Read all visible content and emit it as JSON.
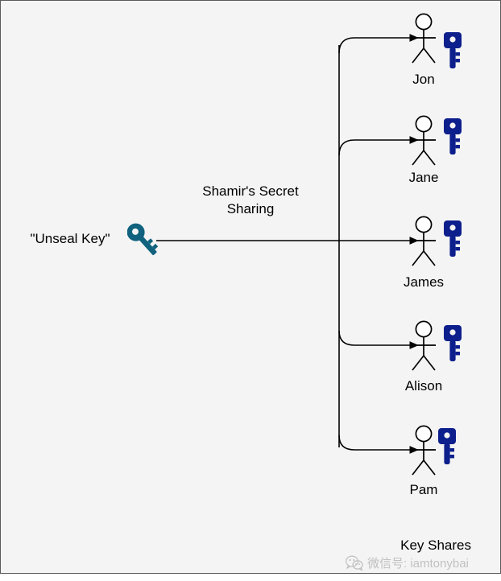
{
  "diagram": {
    "title": "Shamir's Secret Sharing key splitting diagram",
    "background_color": "#f4f4f4",
    "border_color": "#5a5a5a",
    "source": {
      "label": "\"Unseal Key\"",
      "icon": "key-icon",
      "icon_color": "#10627e"
    },
    "process_label_line1": "Shamir's Secret",
    "process_label_line2": "Sharing",
    "group_label": "Key Shares",
    "share_key_color": "#0d1f8c",
    "shares": [
      {
        "name": "Jon",
        "icon": "person-icon",
        "key_icon": "key-icon"
      },
      {
        "name": "Jane",
        "icon": "person-icon",
        "key_icon": "key-icon"
      },
      {
        "name": "James",
        "icon": "person-icon",
        "key_icon": "key-icon"
      },
      {
        "name": "Alison",
        "icon": "person-icon",
        "key_icon": "key-icon"
      },
      {
        "name": "Pam",
        "icon": "person-icon",
        "key_icon": "key-icon"
      }
    ]
  },
  "watermark": {
    "text": "微信号: iamtonybai",
    "icon": "wechat-icon"
  }
}
